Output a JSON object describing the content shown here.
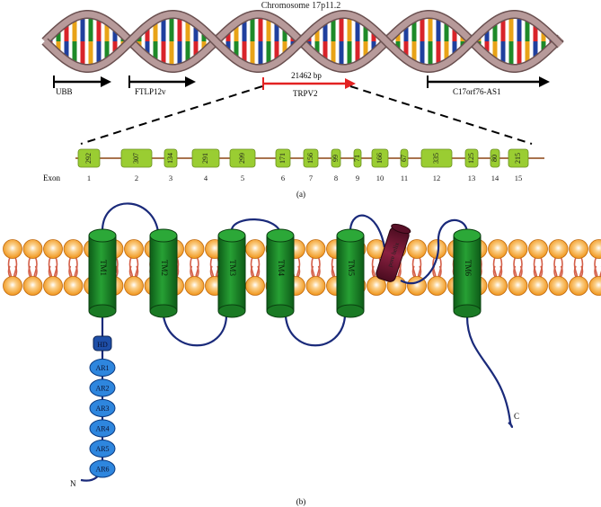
{
  "title": "Chromosome 17p11.2",
  "genes": [
    {
      "name": "UBB",
      "color": "#000000"
    },
    {
      "name": "FTLP12v",
      "color": "#000000"
    },
    {
      "name": "TRPV2",
      "color": "#e32222"
    },
    {
      "name": "C17orf76-AS1",
      "color": "#000000"
    }
  ],
  "span_label": "21462 bp",
  "exon_row_label": "Exon",
  "exons": [
    {
      "number": "1",
      "size": "292"
    },
    {
      "number": "2",
      "size": "307"
    },
    {
      "number": "3",
      "size": "134"
    },
    {
      "number": "4",
      "size": "291"
    },
    {
      "number": "5",
      "size": "299"
    },
    {
      "number": "6",
      "size": "171"
    },
    {
      "number": "7",
      "size": "156"
    },
    {
      "number": "8",
      "size": "99"
    },
    {
      "number": "9",
      "size": "71"
    },
    {
      "number": "10",
      "size": "166"
    },
    {
      "number": "11",
      "size": "67"
    },
    {
      "number": "12",
      "size": "335"
    },
    {
      "number": "13",
      "size": "125"
    },
    {
      "number": "14",
      "size": "80"
    },
    {
      "number": "15",
      "size": "215"
    }
  ],
  "panel_a_label": "(a)",
  "panel_b_label": "(b)",
  "transmembrane": [
    "TM1",
    "TM2",
    "TM3",
    "TM4",
    "TM5",
    "TM6"
  ],
  "pore_label": "pore helix",
  "hd_label": "HD",
  "ankyrin_repeats": [
    "AR1",
    "AR2",
    "AR3",
    "AR4",
    "AR5",
    "AR6"
  ],
  "n_terminus": "N",
  "c_terminus": "C",
  "colors": {
    "exon_fill": "#9acd32",
    "exon_line": "#8b4513",
    "helix": "#1e8a28",
    "helix_dark": "#0d5a16",
    "pore": "#6e1630",
    "lipid_head": "#f5a030",
    "lipid_tail": "#e2705a",
    "chain": "#1a2a7a",
    "domain": "#2a7fd4",
    "trpv2_arrow": "#e32222"
  }
}
